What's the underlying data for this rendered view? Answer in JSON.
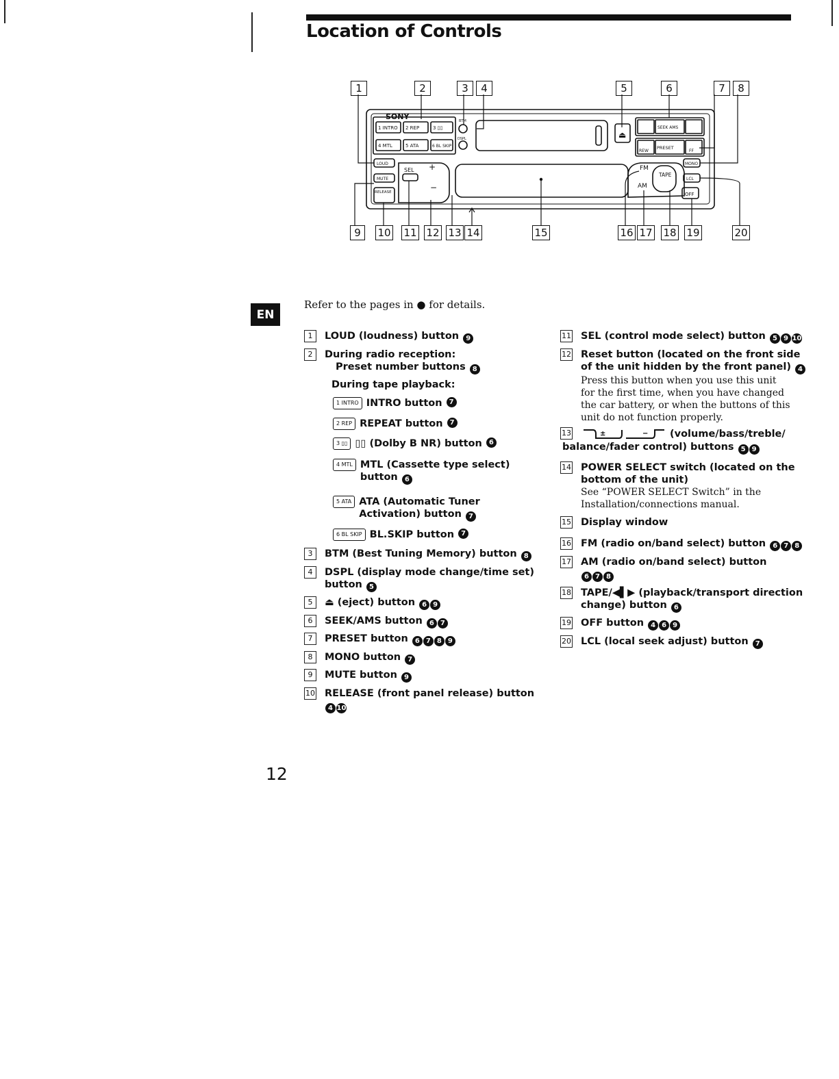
{
  "page": {
    "title": "Location of Controls",
    "lang_tab": "EN",
    "intro": "Refer to the pages in ● for details.",
    "page_number": "12"
  },
  "diagram": {
    "brand": "SONY",
    "callouts_top": [
      "1",
      "2",
      "3",
      "4",
      "5",
      "6",
      "7",
      "8"
    ],
    "callouts_bottom": [
      "9",
      "10",
      "11",
      "12",
      "13",
      "14",
      "15",
      "16",
      "17",
      "18",
      "19",
      "20"
    ],
    "keys": {
      "k1": "1 INTRO",
      "k2": "2 REP",
      "k3": "3 ▯▯",
      "k4": "4 MTL",
      "k5": "5 ATA",
      "k6": "6 BL SKIP",
      "loud": "LOUD",
      "mute": "MUTE",
      "release": "RELEASE",
      "sel": "SEL",
      "btm": "BTM",
      "dspl": "DSPL",
      "seek": "SEEK AMS",
      "preset": "PRESET",
      "rew": "REW",
      "ff": "FF",
      "fm": "FM",
      "am": "AM",
      "tape": "TAPE",
      "mono": "MONO",
      "lcl": "LCL",
      "off": "OFF"
    }
  },
  "left_items": [
    {
      "n": "1",
      "text": "LOUD (loudness) button",
      "refs": [
        "9"
      ]
    },
    {
      "n": "2",
      "text": "During radio reception:",
      "line2": "Preset number buttons",
      "refs": [
        "8"
      ]
    },
    {
      "n": "3",
      "text": "BTM (Best Tuning Memory) button",
      "refs": [
        "8"
      ]
    },
    {
      "n": "4",
      "text": "DSPL (display mode change/time set)",
      "line2": "button",
      "refs": [
        "5"
      ]
    },
    {
      "n": "5",
      "text": "⏏ (eject) button",
      "refs": [
        "6",
        "9"
      ]
    },
    {
      "n": "6",
      "text": "SEEK/AMS button",
      "refs": [
        "6",
        "7"
      ]
    },
    {
      "n": "7",
      "text": "PRESET button",
      "refs": [
        "6",
        "7",
        "8",
        "9"
      ]
    },
    {
      "n": "8",
      "text": "MONO button",
      "refs": [
        "7"
      ]
    },
    {
      "n": "9",
      "text": "MUTE button",
      "refs": [
        "9"
      ]
    },
    {
      "n": "10",
      "text": "RELEASE (front panel release) button",
      "refs": [
        "4",
        "10"
      ]
    }
  ],
  "tape_playback": {
    "heading": "During tape playback:",
    "rows": [
      {
        "key": "1 INTRO",
        "text": "INTRO button",
        "refs": [
          "7"
        ]
      },
      {
        "key": "2 REP",
        "text": "REPEAT button",
        "refs": [
          "7"
        ]
      },
      {
        "key": "3 ▯▯",
        "text": "▯▯ (Dolby B NR) button",
        "refs": [
          "6"
        ]
      },
      {
        "key": "4 MTL",
        "text": "MTL (Cassette type select)",
        "line2": "button",
        "refs": [
          "6"
        ]
      },
      {
        "key": "5 ATA",
        "text": "ATA (Automatic Tuner",
        "line2": "Activation) button",
        "refs": [
          "7"
        ]
      },
      {
        "key": "6 BL SKIP",
        "text": "BL.SKIP button",
        "refs": [
          "7"
        ]
      }
    ]
  },
  "right_items": [
    {
      "n": "11",
      "text": "SEL (control mode select) button",
      "refs": [
        "5",
        "9",
        "10"
      ]
    },
    {
      "n": "12",
      "text": "Reset button (located on the front side",
      "line2": "of the unit hidden by the front panel)",
      "refs": [
        "4"
      ],
      "note": [
        "Press this button when you use this unit",
        "for the first time, when you have changed",
        "the car battery, or when the buttons of this",
        "unit do not function properly."
      ]
    },
    {
      "n": "13",
      "text": "(volume/bass/treble/",
      "line2": "balance/fader control) buttons",
      "refs": [
        "5",
        "9"
      ]
    },
    {
      "n": "14",
      "text": "POWER SELECT switch (located on the",
      "line2": "bottom of the unit)",
      "note": [
        "See “POWER SELECT Switch” in the",
        "Installation/connections manual."
      ]
    },
    {
      "n": "15",
      "text": "Display window"
    },
    {
      "n": "16",
      "text": "FM (radio on/band select) button",
      "refs": [
        "6",
        "7",
        "8"
      ]
    },
    {
      "n": "17",
      "text": "AM (radio on/band select) button",
      "line2refs": [
        "6",
        "7",
        "8"
      ]
    },
    {
      "n": "18",
      "text": "TAPE/◀▌▶ (playback/transport direction",
      "line2": "change) button",
      "refs": [
        "6"
      ]
    },
    {
      "n": "19",
      "text": "OFF button",
      "refs": [
        "4",
        "6",
        "9"
      ]
    },
    {
      "n": "20",
      "text": "LCL (local seek adjust) button",
      "refs": [
        "7"
      ]
    }
  ]
}
